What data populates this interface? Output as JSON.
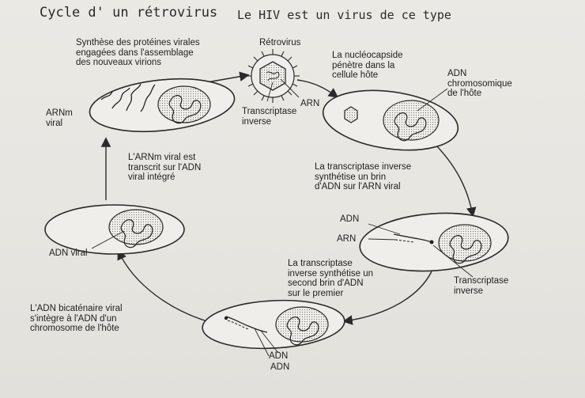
{
  "header": {
    "title": "Cycle d' un rétrovirus",
    "subtitle": "Le HIV est un virus de ce type"
  },
  "labels": {
    "retrovirus": "Rétrovirus",
    "transcriptase_top": "Transcriptase\ninverse",
    "arn_top": "ARN",
    "nucleocapside": "La nucléocapside\npénètre dans la\ncellule hôte",
    "adn_chromosomique": "ADN\nchromosomique\nde l'hôte",
    "synthese_proteines": "Synthèse des protéines virales\nengagées dans l'assemblage\ndes nouveaux virions",
    "arnm_viral": "ARNm\nviral",
    "arnm_transcrit": "L'ARNm viral est\ntranscrit sur l'ADN\nviral intégré",
    "transcriptase_brin1": "La transcriptase inverse\nsynthétise un brin\nd'ADN sur l'ARN viral",
    "adn_mid": "ADN",
    "arn_mid": "ARN",
    "transcriptase_mid": "Transcriptase\ninverse",
    "transcriptase_brin2": "La transcriptase\ninverse synthétise un\nsecond brin d'ADN\nsur le premier",
    "adn_viral": "ADN viral",
    "adn_bicatenaire": "L'ADN bicaténaire viral\ns'intègre à l'ADN d'un\nchromosome de l'hôte",
    "adn_bottom_1": "ADN",
    "adn_bottom_2": "ADN"
  }
}
